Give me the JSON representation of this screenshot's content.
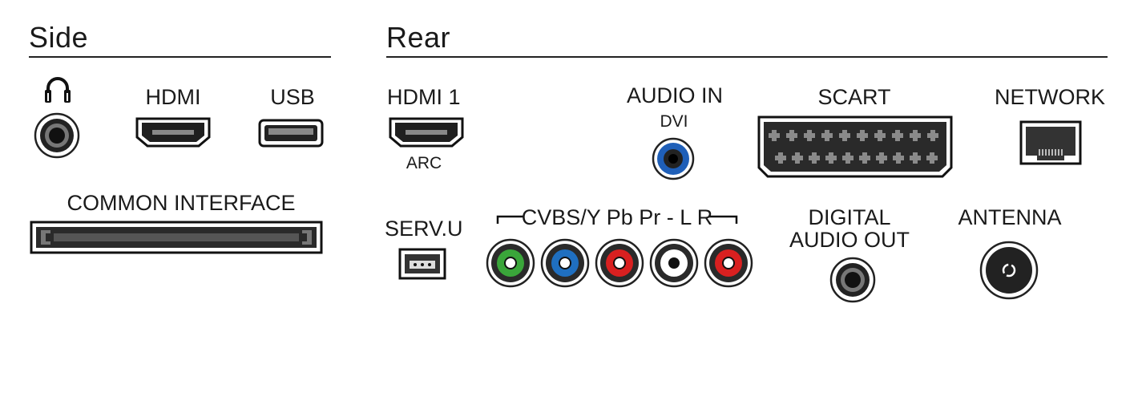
{
  "sections": {
    "side": "Side",
    "rear": "Rear"
  },
  "side": {
    "headphone_icon": "headphones-icon",
    "hdmi": "HDMI",
    "usb": "USB",
    "common_interface": "COMMON INTERFACE"
  },
  "rear": {
    "hdmi1": "HDMI 1",
    "arc": "ARC",
    "audio_in": "AUDIO IN",
    "dvi": "DVI",
    "scart": "SCART",
    "network": "NETWORK",
    "servu": "SERV.U",
    "cvbs": "CVBS/Y Pb Pr - L R",
    "digital_audio_out_line1": "DIGITAL",
    "digital_audio_out_line2": "AUDIO OUT",
    "antenna": "ANTENNA"
  },
  "colors": {
    "rca_green": "#3aa63a",
    "rca_blue": "#1f6fc0",
    "rca_red": "#d92020",
    "rca_white": "#ffffff",
    "audio_in_blue": "#1f5fb8"
  }
}
